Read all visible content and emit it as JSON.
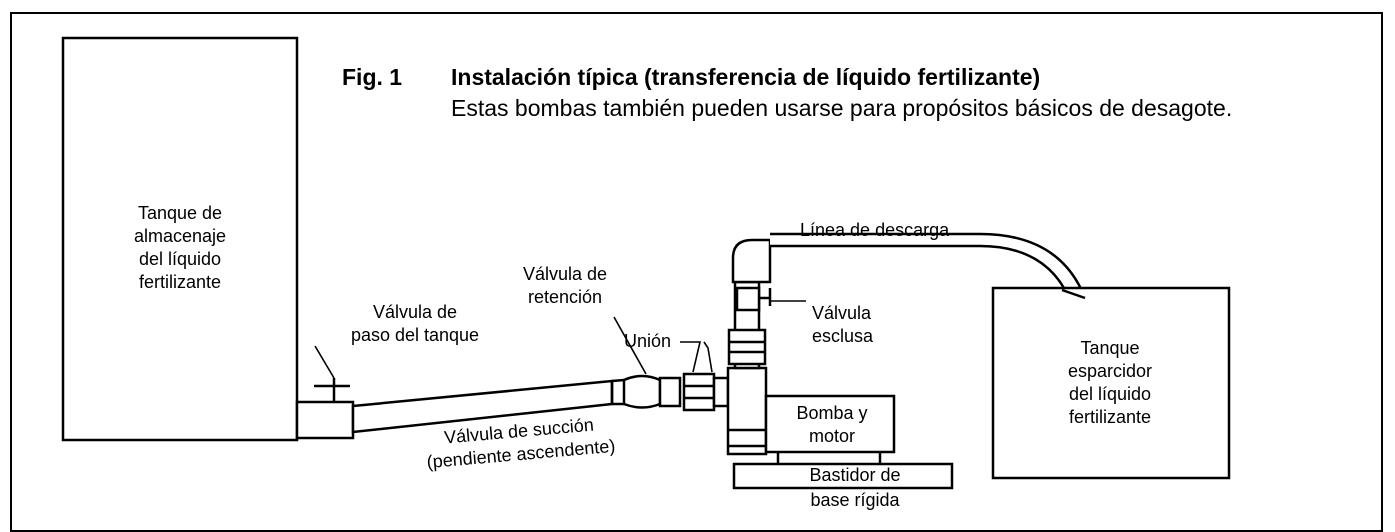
{
  "figure": {
    "number": "Fig. 1",
    "title": "Instalación típica (transferencia de líquido fertilizante)",
    "subtitle": "Estas bombas también pueden usarse para propósitos básicos de desagote."
  },
  "labels": {
    "storage_tank": [
      "Tanque de",
      "almacenaje",
      "del líquido",
      "fertilizante"
    ],
    "tank_valve": [
      "Válvula de",
      "paso del tanque"
    ],
    "check_valve": [
      "Válvula de",
      "retención"
    ],
    "union": "Unión",
    "discharge_line": "Línea de descarga",
    "gate_valve": [
      "Válvula",
      "esclusa"
    ],
    "spreader_tank": [
      "Tanque",
      "esparcidor",
      "del líquido",
      "fertilizante"
    ],
    "pump_motor": [
      "Bomba y",
      "motor"
    ],
    "base_frame": [
      "Bastidor de",
      "base rígida"
    ],
    "suction": [
      "Válvula de succión",
      "(pendiente ascendente)"
    ]
  }
}
